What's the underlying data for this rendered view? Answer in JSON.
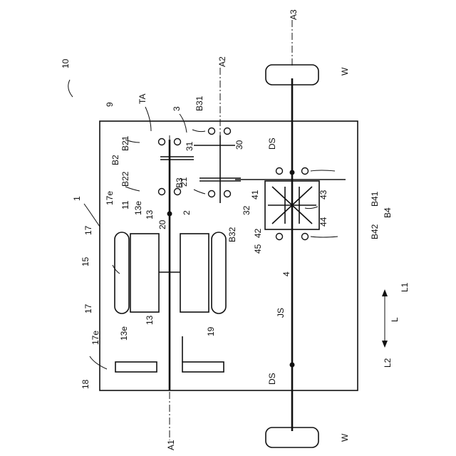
{
  "labels": {
    "fig_ref": "10",
    "housing": "9",
    "motor": "1",
    "transaxle": "TA",
    "gear_3": "3",
    "a1": "A1",
    "a2": "A2",
    "a3": "A3",
    "w_top": "W",
    "w_bottom": "W",
    "ds_top": "DS",
    "ds_bottom": "DS",
    "js": "JS",
    "b21": "B21",
    "b22": "B22",
    "b2": "B2",
    "b31": "B31",
    "b32": "B32",
    "b3": "B3",
    "b41": "B41",
    "b42": "B42",
    "b4": "B4",
    "n30": "30",
    "n31": "31",
    "n21": "21",
    "n2": "2",
    "n20": "20",
    "n32": "32",
    "n41": "41",
    "n42": "42",
    "n43": "43",
    "n44": "44",
    "n45": "45",
    "n4": "4",
    "n11": "11",
    "n13_top": "13",
    "n13e_top": "13e",
    "n17e_top": "17e",
    "n17_top": "17",
    "n15": "15",
    "n17_bottom": "17",
    "n17e_bottom": "17e",
    "n13e_bottom": "13e",
    "n13_bottom": "13",
    "n18": "18",
    "n19": "19",
    "l": "L",
    "l1": "L1",
    "l2": "L2"
  }
}
